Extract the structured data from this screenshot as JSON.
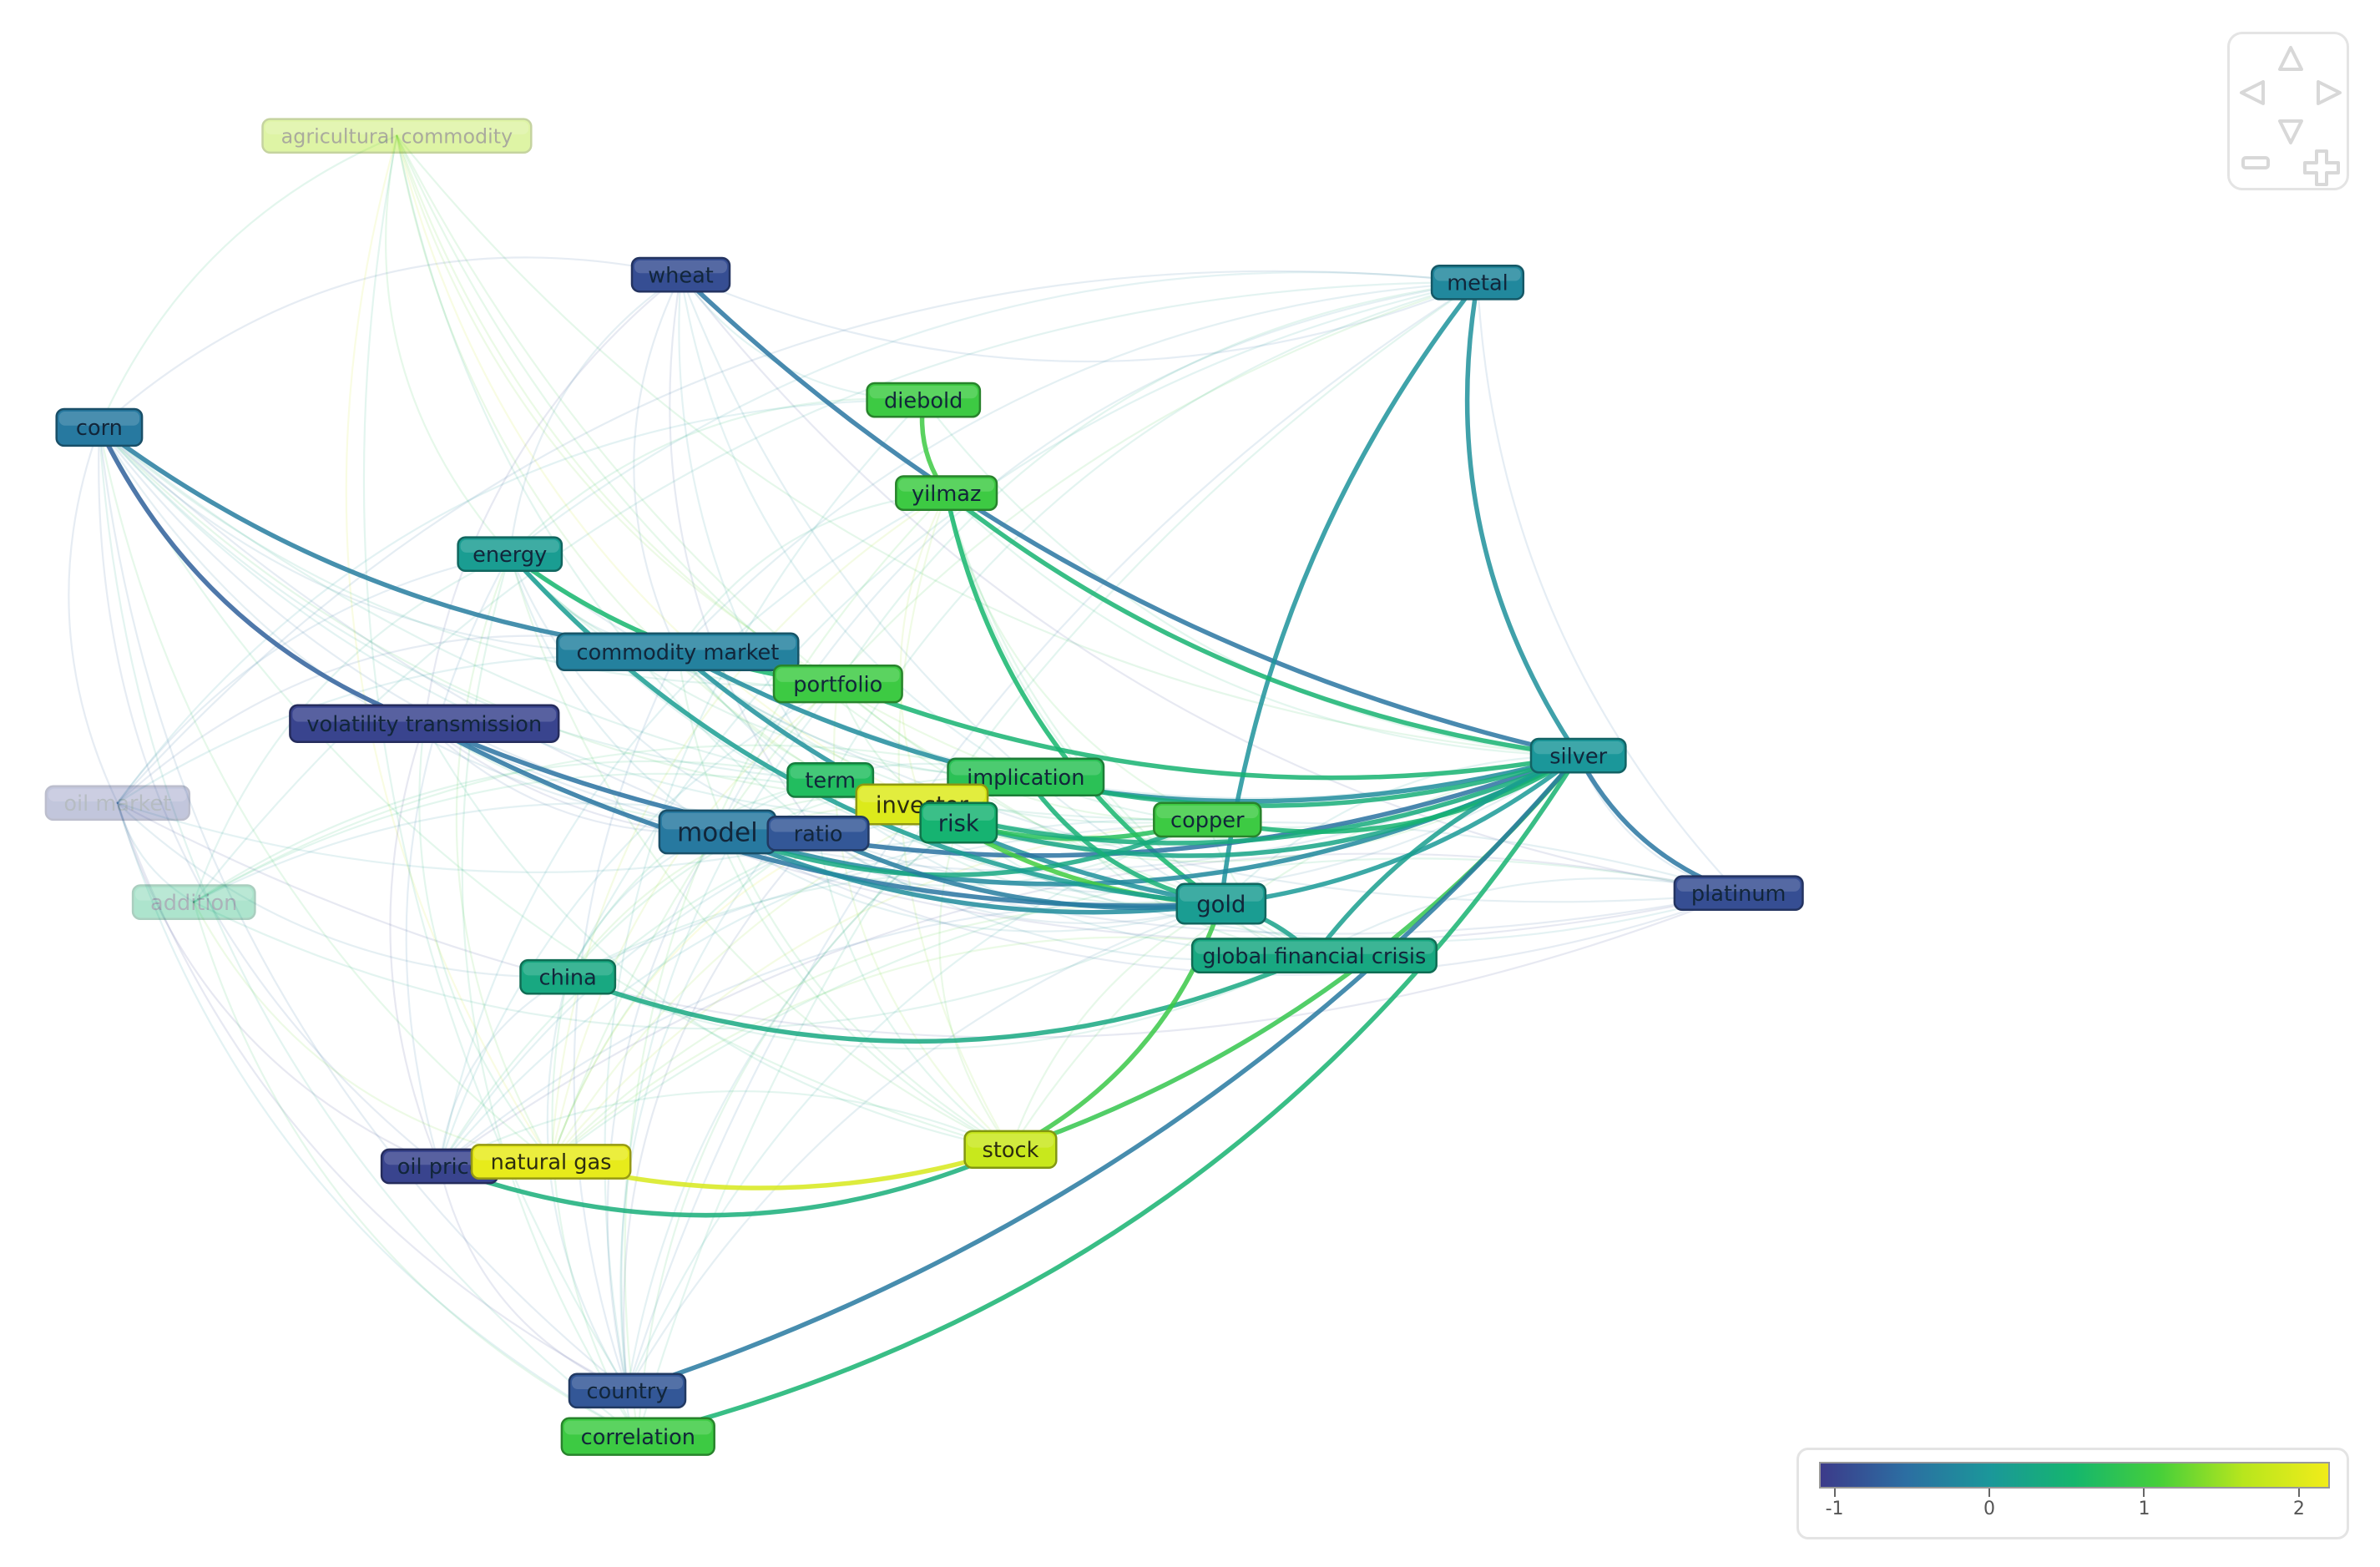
{
  "nodes": [
    {
      "id": "agricultural_commodity",
      "label": "agricultural commodity",
      "score": 1.6,
      "opacity": 0.4
    },
    {
      "id": "wheat",
      "label": "wheat",
      "score": -0.9,
      "opacity": 1
    },
    {
      "id": "metal",
      "label": "metal",
      "score": -0.2,
      "opacity": 1
    },
    {
      "id": "corn",
      "label": "corn",
      "score": -0.4,
      "opacity": 1
    },
    {
      "id": "diebold",
      "label": "diebold",
      "score": 1.0,
      "opacity": 1
    },
    {
      "id": "yilmaz",
      "label": "yilmaz",
      "score": 1.0,
      "opacity": 1
    },
    {
      "id": "energy",
      "label": "energy",
      "score": 0.1,
      "opacity": 1
    },
    {
      "id": "commodity_market",
      "label": "commodity market",
      "score": -0.3,
      "opacity": 1
    },
    {
      "id": "portfolio",
      "label": "portfolio",
      "score": 1.0,
      "opacity": 1
    },
    {
      "id": "volatility_transmission",
      "label": "volatility transmission",
      "score": -1.0,
      "opacity": 1
    },
    {
      "id": "oil_market",
      "label": "oil market",
      "score": -1.0,
      "opacity": 0.3
    },
    {
      "id": "term",
      "label": "term",
      "score": 0.7,
      "opacity": 1
    },
    {
      "id": "implication",
      "label": "implication",
      "score": 0.8,
      "opacity": 1
    },
    {
      "id": "investor",
      "label": "investor",
      "score": 2.0,
      "opacity": 1
    },
    {
      "id": "model",
      "label": "model",
      "score": -0.4,
      "opacity": 1
    },
    {
      "id": "ratio",
      "label": "ratio",
      "score": -0.8,
      "opacity": 1
    },
    {
      "id": "risk",
      "label": "risk",
      "score": 0.5,
      "opacity": 1
    },
    {
      "id": "copper",
      "label": "copper",
      "score": 1.0,
      "opacity": 1
    },
    {
      "id": "silver",
      "label": "silver",
      "score": 0.0,
      "opacity": 1
    },
    {
      "id": "addition",
      "label": "addition",
      "score": 0.5,
      "opacity": 0.35
    },
    {
      "id": "gold",
      "label": "gold",
      "score": 0.1,
      "opacity": 1
    },
    {
      "id": "platinum",
      "label": "platinum",
      "score": -0.9,
      "opacity": 1
    },
    {
      "id": "china",
      "label": "china",
      "score": 0.3,
      "opacity": 1
    },
    {
      "id": "global_financial_crisis",
      "label": "global financial crisis",
      "score": 0.3,
      "opacity": 1
    },
    {
      "id": "stock",
      "label": "stock",
      "score": 1.8,
      "opacity": 1
    },
    {
      "id": "oil_price",
      "label": "oil price",
      "score": -1.0,
      "opacity": 1
    },
    {
      "id": "natural_gas",
      "label": "natural gas",
      "score": 2.1,
      "opacity": 1
    },
    {
      "id": "country",
      "label": "country",
      "score": -0.8,
      "opacity": 1
    },
    {
      "id": "correlation",
      "label": "correlation",
      "score": 1.0,
      "opacity": 1
    }
  ],
  "strong_links": [
    [
      "corn",
      "commodity_market"
    ],
    [
      "corn",
      "volatility_transmission"
    ],
    [
      "wheat",
      "silver"
    ],
    [
      "metal",
      "silver"
    ],
    [
      "metal",
      "gold"
    ],
    [
      "diebold",
      "yilmaz"
    ],
    [
      "yilmaz",
      "silver"
    ],
    [
      "yilmaz",
      "gold"
    ],
    [
      "energy",
      "portfolio"
    ],
    [
      "commodity_market",
      "silver"
    ],
    [
      "commodity_market",
      "gold"
    ],
    [
      "volatility_transmission",
      "silver"
    ],
    [
      "volatility_transmission",
      "gold"
    ],
    [
      "model",
      "silver"
    ],
    [
      "model",
      "gold"
    ],
    [
      "model",
      "copper"
    ],
    [
      "ratio",
      "gold"
    ],
    [
      "risk",
      "silver"
    ],
    [
      "risk",
      "copper"
    ],
    [
      "term",
      "silver"
    ],
    [
      "implication",
      "silver"
    ],
    [
      "implication",
      "gold"
    ],
    [
      "investor",
      "gold"
    ],
    [
      "copper",
      "silver"
    ],
    [
      "gold",
      "silver"
    ],
    [
      "silver",
      "platinum"
    ],
    [
      "silver",
      "global_financial_crisis"
    ],
    [
      "china",
      "global_financial_crisis"
    ],
    [
      "stock",
      "silver"
    ],
    [
      "stock",
      "gold"
    ],
    [
      "natural_gas",
      "stock"
    ],
    [
      "oil_price",
      "stock"
    ],
    [
      "country",
      "silver"
    ],
    [
      "correlation",
      "silver"
    ],
    [
      "portfolio",
      "silver"
    ],
    [
      "energy",
      "gold"
    ],
    [
      "global_financial_crisis",
      "gold"
    ]
  ],
  "legend": {
    "min": -1.1,
    "max": 2.2,
    "colors": [
      "#3c3b8a",
      "#2c6ea2",
      "#1b979a",
      "#15b66d",
      "#46cf3a",
      "#b8e61d",
      "#f1ec1a"
    ],
    "ticks": [
      {
        "value": -1,
        "label": "-1"
      },
      {
        "value": 0,
        "label": "0"
      },
      {
        "value": 1,
        "label": "1"
      },
      {
        "value": 2,
        "label": "2"
      }
    ]
  },
  "nav": {
    "icons": [
      "arrow-up-icon",
      "arrow-left-icon",
      "arrow-right-icon",
      "arrow-down-icon",
      "zoom-out-icon",
      "zoom-in-icon"
    ]
  }
}
